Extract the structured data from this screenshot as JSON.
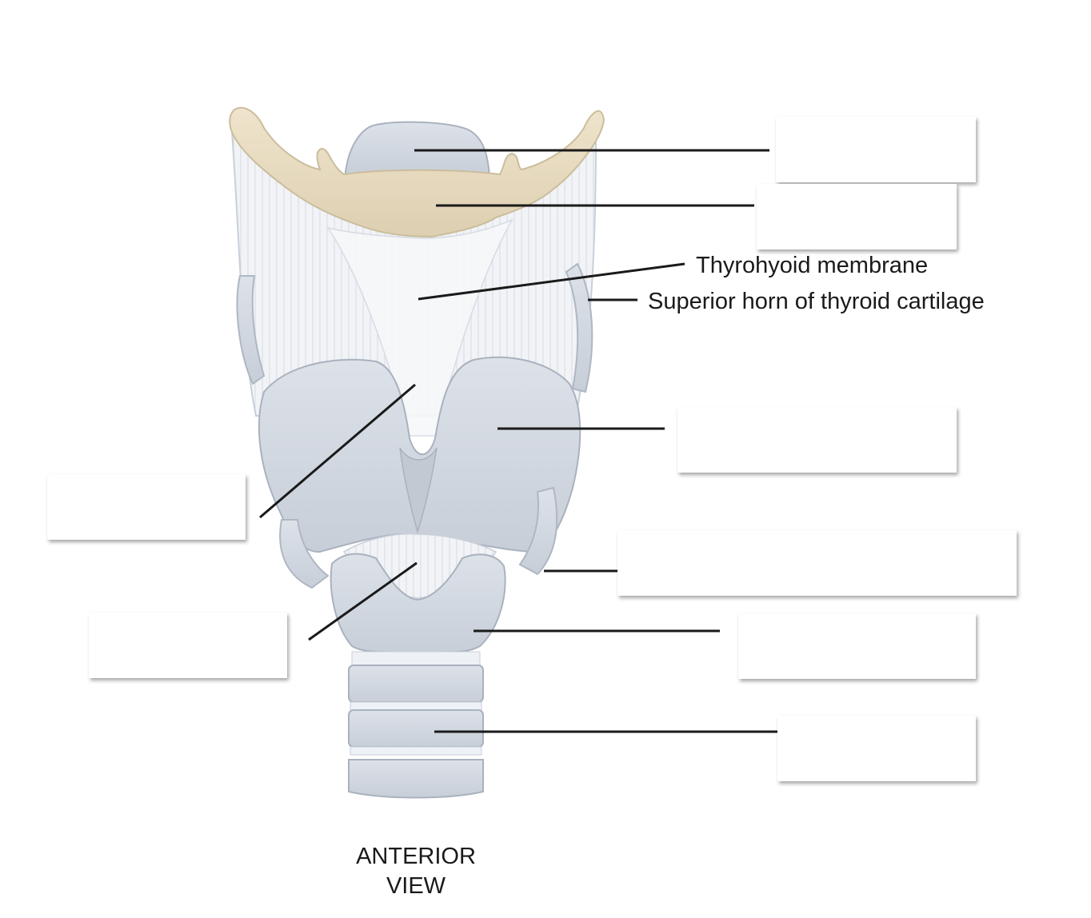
{
  "labels": {
    "thyrohyoid_membrane": "Thyrohyoid membrane",
    "superior_horn": "Superior horn of thyroid cartilage"
  },
  "caption": {
    "line1": "ANTERIOR",
    "line2": "VIEW"
  },
  "colors": {
    "hyoid": "#e8dcc2",
    "cartilage": "#d3d9e1",
    "membrane": "#eef1f5",
    "leader": "#1a1a1a"
  }
}
